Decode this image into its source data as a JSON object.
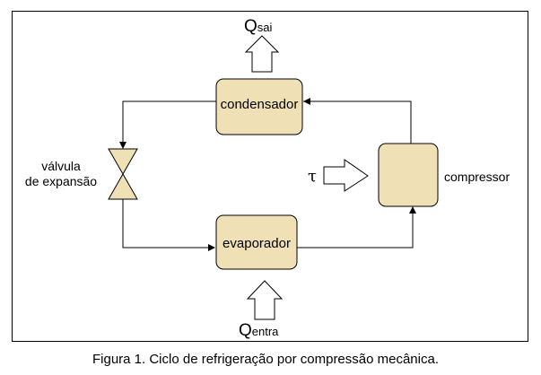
{
  "components": {
    "condenser": "condensador",
    "evaporator": "evaporador",
    "compressor": "compressor",
    "valve_line1": "válvula",
    "valve_line2": "de expansão"
  },
  "heat": {
    "out_symbol": "Q",
    "out_sub": "sai",
    "in_symbol": "Q",
    "in_sub": "entra",
    "work_symbol": "τ"
  },
  "caption": "Figura 1. Ciclo de refrigeração por compressão mecânica.",
  "colors": {
    "component_fill": "#efe0b5",
    "line": "#000000",
    "background": "#ffffff"
  }
}
